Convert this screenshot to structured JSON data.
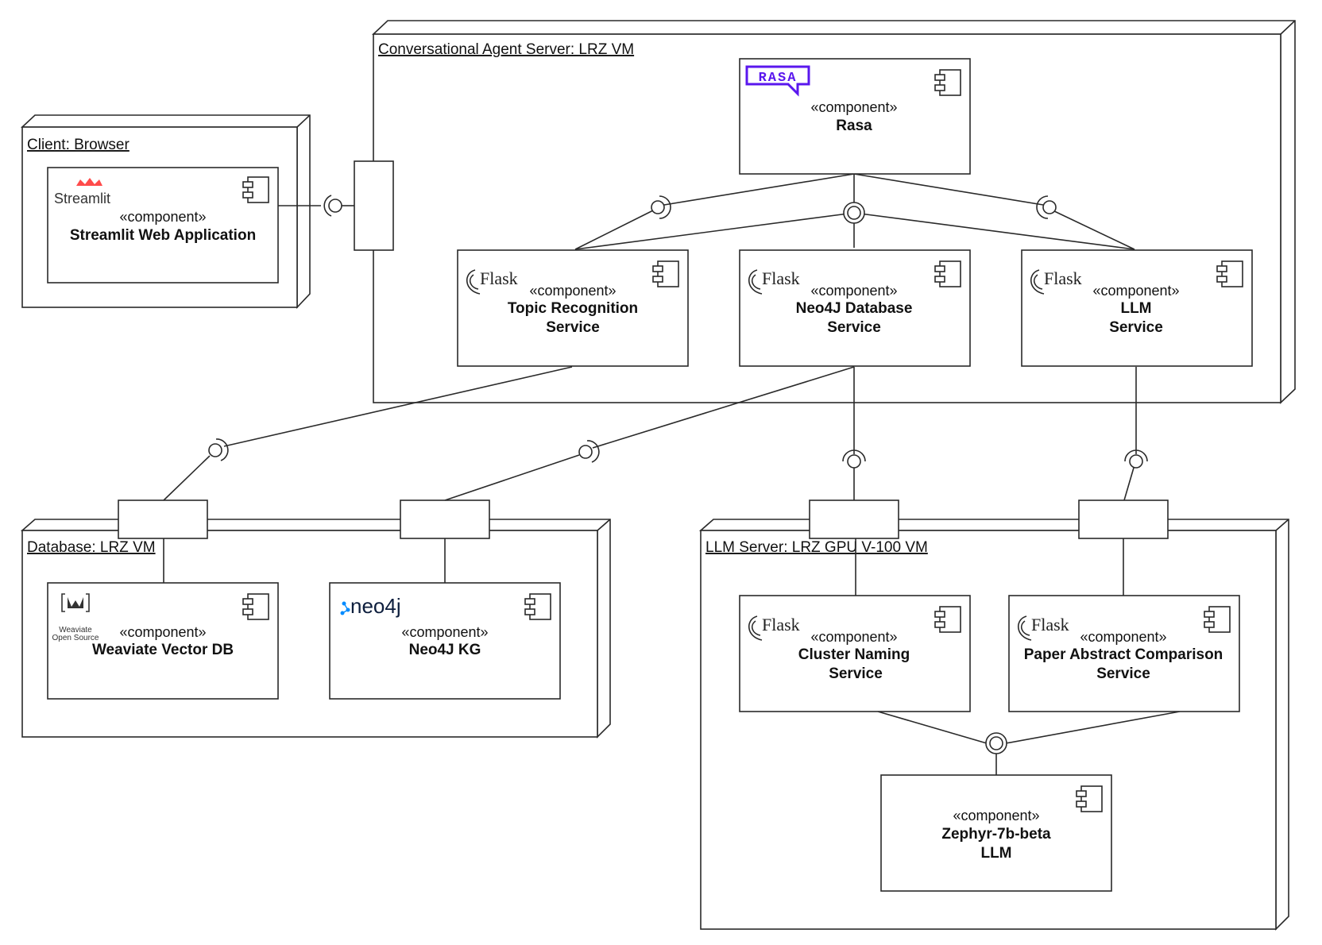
{
  "nodes": {
    "client": {
      "title": "Client: Browser"
    },
    "agent_server": {
      "title": "Conversational Agent Server: LRZ VM"
    },
    "database": {
      "title": "Database: LRZ VM"
    },
    "llm_server": {
      "title": "LLM Server: LRZ GPU V-100 VM"
    }
  },
  "components": {
    "streamlit": {
      "stereotype": "«component»",
      "name_line1": "Streamlit Web Application",
      "logo_text": "Streamlit"
    },
    "rasa": {
      "stereotype": "«component»",
      "name_line1": "Rasa",
      "logo_text": "RASA"
    },
    "topic": {
      "stereotype": "«component»",
      "name_line1": "Topic Recognition",
      "name_line2": "Service",
      "logo_text": "Flask"
    },
    "neo4j_service": {
      "stereotype": "«component»",
      "name_line1": "Neo4J Database",
      "name_line2": "Service",
      "logo_text": "Flask"
    },
    "llm_service": {
      "stereotype": "«component»",
      "name_line1": "LLM",
      "name_line2": "Service",
      "logo_text": "Flask"
    },
    "weaviate": {
      "stereotype": "«component»",
      "name_line1": "Weaviate Vector DB",
      "logo_line1": "Weaviate",
      "logo_line2": "Open Source"
    },
    "neo4j_kg": {
      "stereotype": "«component»",
      "name_line1": "Neo4J KG",
      "logo_text": "neo4j"
    },
    "cluster": {
      "stereotype": "«component»",
      "name_line1": "Cluster Naming",
      "name_line2": "Service",
      "logo_text": "Flask"
    },
    "paper": {
      "stereotype": "«component»",
      "name_line1": "Paper Abstract Comparison",
      "name_line2": "Service",
      "logo_text": "Flask"
    },
    "zephyr": {
      "stereotype": "«component»",
      "name_line1": "Zephyr-7b-beta",
      "name_line2": "LLM"
    }
  },
  "colors": {
    "line": "#2a2a2a",
    "rasa_purple": "#5a17ee",
    "streamlit_red": "#ff4b4b",
    "neo4j_blue": "#018bff"
  }
}
